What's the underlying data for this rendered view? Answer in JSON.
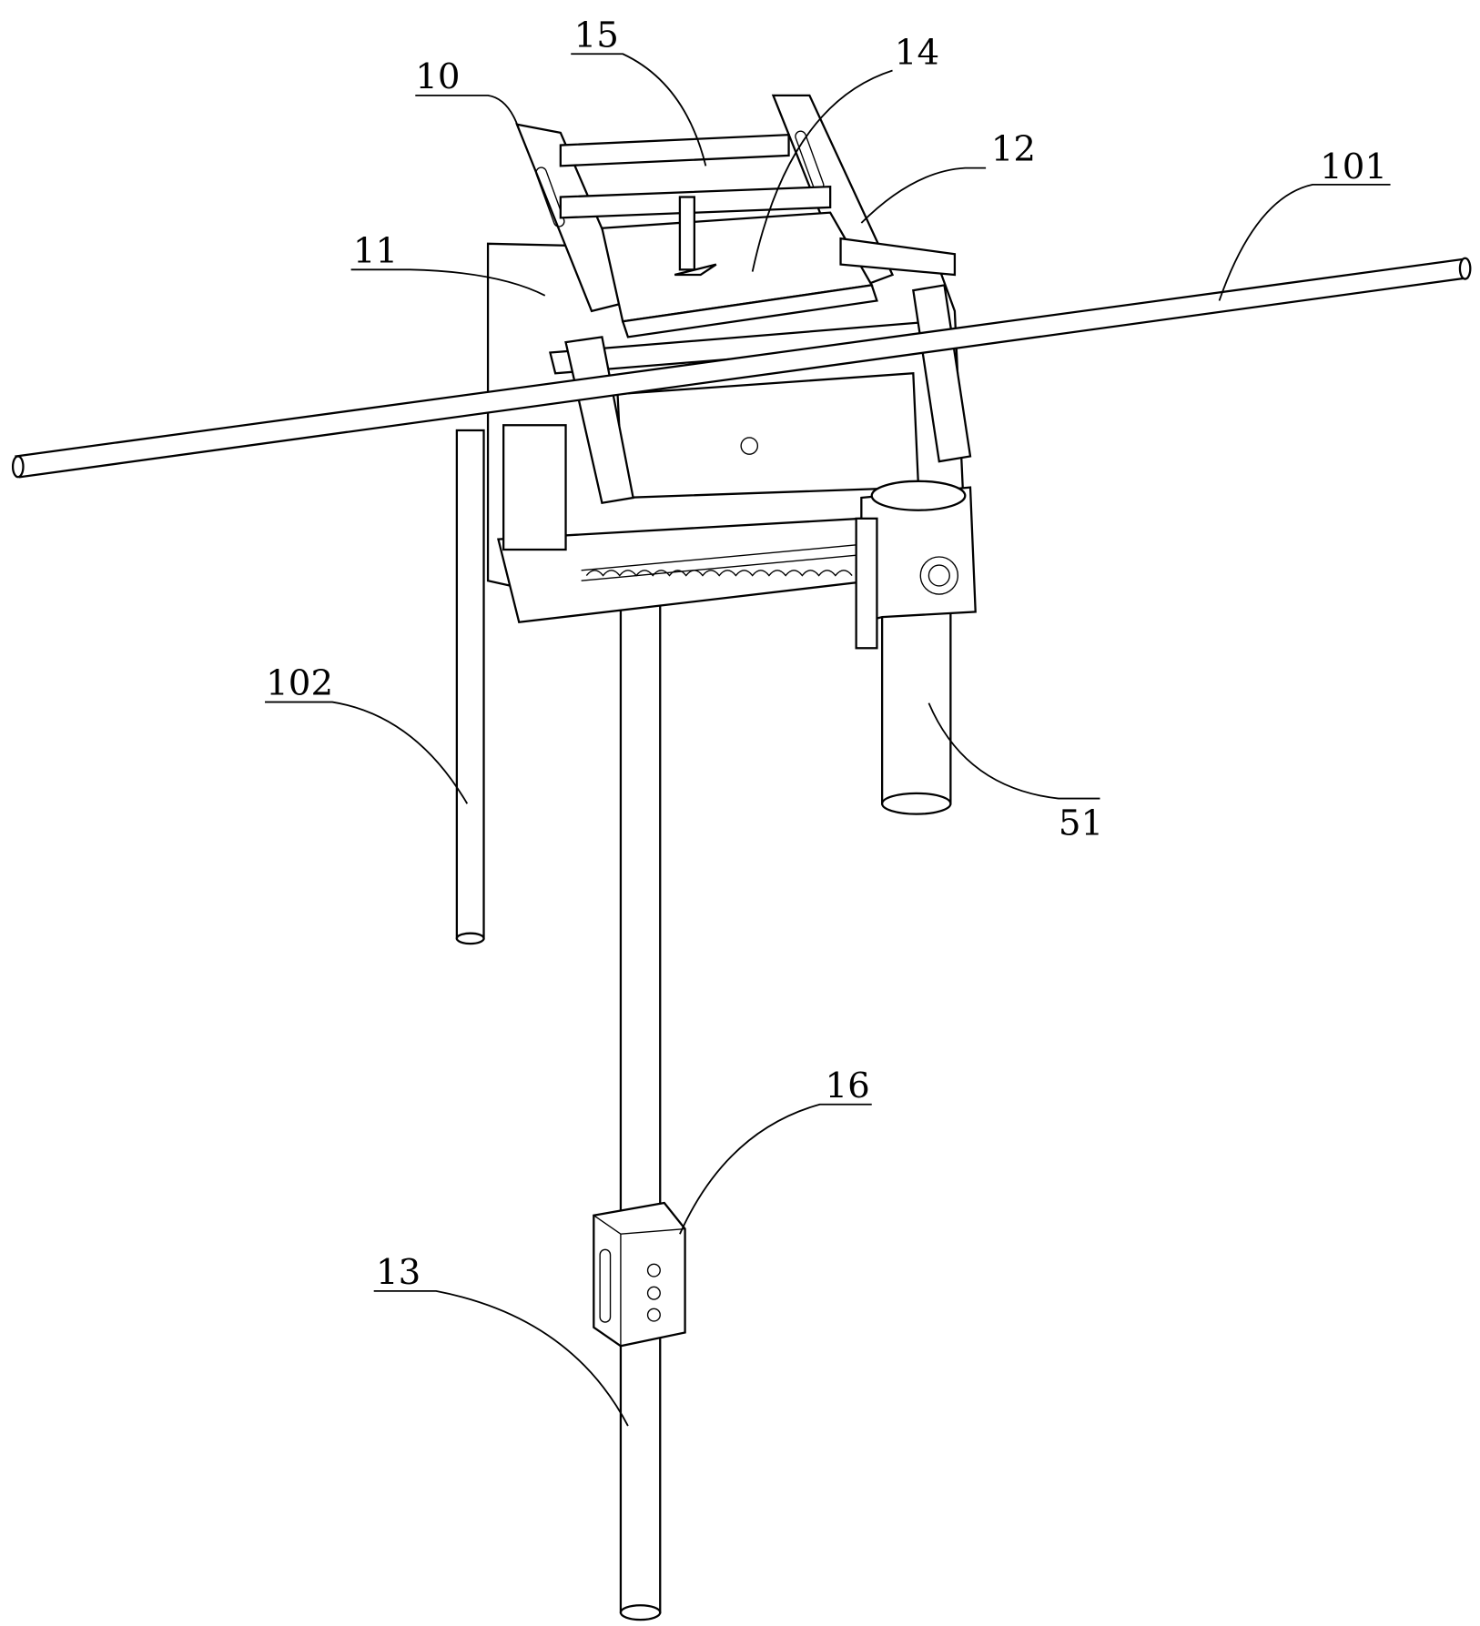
{
  "figure": {
    "labels": [
      {
        "id": "10",
        "text": "10"
      },
      {
        "id": "11",
        "text": "11"
      },
      {
        "id": "12",
        "text": "12"
      },
      {
        "id": "13",
        "text": "13"
      },
      {
        "id": "14",
        "text": "14"
      },
      {
        "id": "15",
        "text": "15"
      },
      {
        "id": "16",
        "text": "16"
      },
      {
        "id": "51",
        "text": "51"
      },
      {
        "id": "101",
        "text": "101"
      },
      {
        "id": "102",
        "text": "102"
      }
    ]
  }
}
